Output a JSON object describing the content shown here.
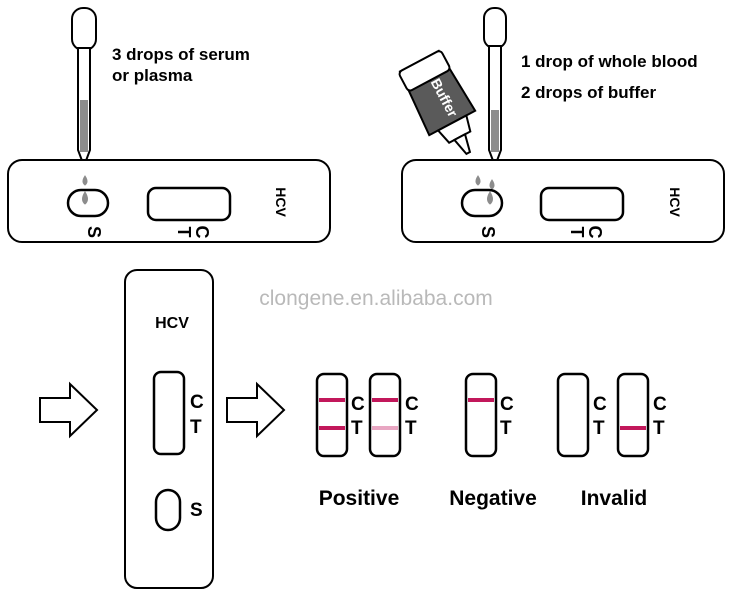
{
  "instructions": {
    "serum": {
      "line1": "3 drops of serum",
      "line2": "or plasma"
    },
    "whole_blood": {
      "line1": "1 drop of whole blood",
      "line2": "2 drops of buffer"
    }
  },
  "bottle_label": "Buffer",
  "device": {
    "name": "HCV",
    "control_letter": "C",
    "test_letter": "T",
    "sample_letter": "S"
  },
  "watermark": "clongene.en.alibaba.com",
  "results": {
    "positive_label": "Positive",
    "negative_label": "Negative",
    "invalid_label": "Invalid"
  },
  "colors": {
    "line": "#000000",
    "result_band": "#c2185b",
    "faint_band": "#e8a6c2",
    "watermark": "#b9b9b9",
    "sample_gray": "#8c8c8c"
  }
}
